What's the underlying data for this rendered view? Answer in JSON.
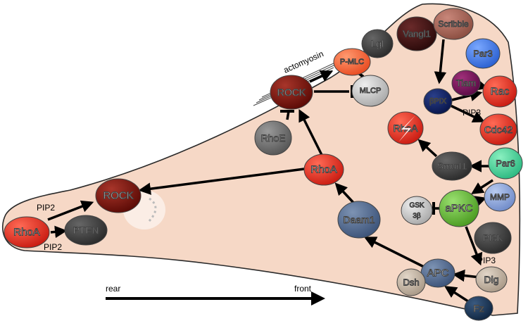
{
  "diagram": {
    "labels": {
      "actomyosin": "actomyosin",
      "rear": "rear",
      "front": "front",
      "pip2_top": "PIP2",
      "pip2_bottom": "PIP2",
      "pip3_rac": "PIP3",
      "pip3_dlg": "PIP3"
    },
    "nodes": {
      "rhoa_left": "RhoA",
      "pten": "PTEN",
      "rock_left": "ROCK",
      "rock_top": "ROCK",
      "rhoe": "RhoE",
      "pmlc": "P-MLC",
      "mlcp": "MLCP",
      "lgl": "Lgl",
      "rhoa_mid": "RhoA",
      "daam1": "Daam1",
      "vangl1": "Vangl1",
      "scribble": "Scribble",
      "par3": "Par3",
      "tiam": "Tiam",
      "rac": "Rac",
      "bpix": "βPIX",
      "cdc42": "Cdc42",
      "rhoa_deg": "RhoA",
      "smurf1": "Smurf1",
      "par6": "Par6",
      "apkc": "aPKC",
      "mmp": "MMP",
      "gsk_line1": "GSK",
      "gsk_line2": "3β",
      "pi3k": "PI3K",
      "apc": "APC",
      "dsh": "Dsh",
      "dlg": "Dlg",
      "fz": "Fz"
    }
  }
}
